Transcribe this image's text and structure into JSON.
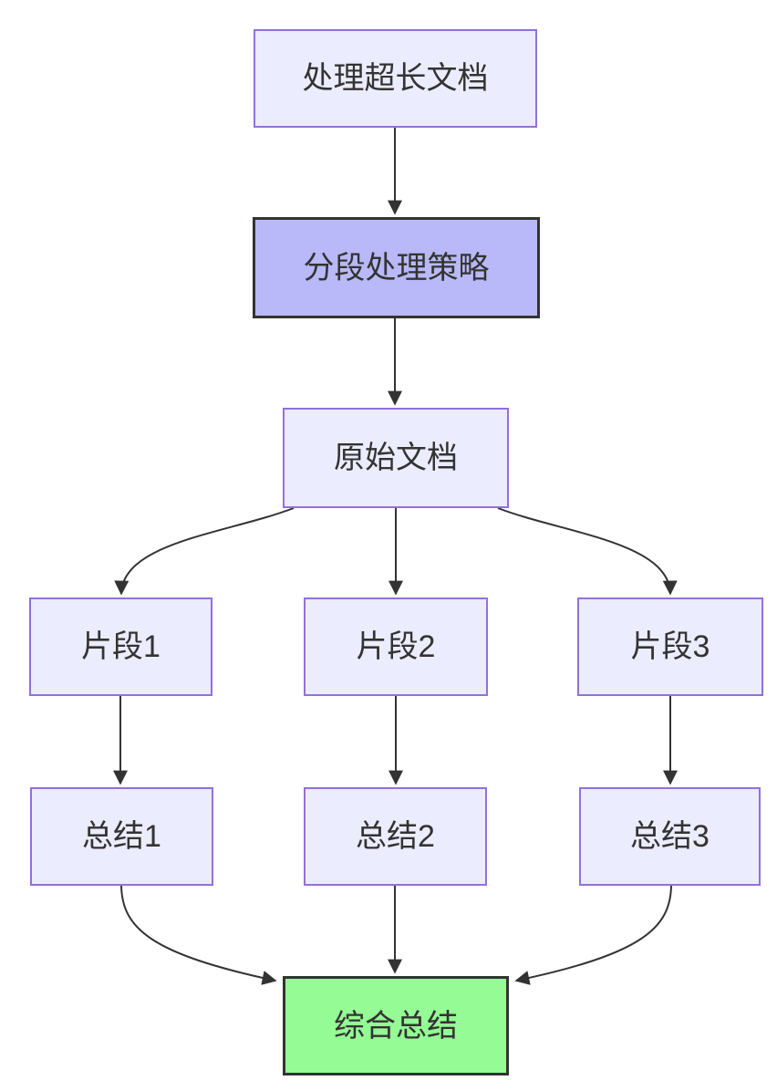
{
  "diagram": {
    "type": "flowchart",
    "direction": "top-down",
    "background_color": "#ffffff",
    "colors": {
      "default_node_fill": "#ececff",
      "default_node_border": "#9370db",
      "emphasis_node_fill": "#b9b9f9",
      "emphasis_node_border": "#333333",
      "success_node_fill": "#95fb95",
      "success_node_border": "#333333",
      "edge_color": "#333333",
      "text_color": "#333333"
    },
    "nodes": {
      "a": {
        "label": "处理超长文档",
        "style": "default"
      },
      "b": {
        "label": "分段处理策略",
        "style": "emphasis"
      },
      "c": {
        "label": "原始文档",
        "style": "default"
      },
      "d1": {
        "label": "片段1",
        "style": "default"
      },
      "d2": {
        "label": "片段2",
        "style": "default"
      },
      "d3": {
        "label": "片段3",
        "style": "default"
      },
      "e1": {
        "label": "总结1",
        "style": "default"
      },
      "e2": {
        "label": "总结2",
        "style": "default"
      },
      "e3": {
        "label": "总结3",
        "style": "default"
      },
      "f": {
        "label": "综合总结",
        "style": "success"
      }
    },
    "edges": [
      {
        "from": "处理超长文档",
        "to": "分段处理策略"
      },
      {
        "from": "分段处理策略",
        "to": "原始文档"
      },
      {
        "from": "原始文档",
        "to": "片段1"
      },
      {
        "from": "原始文档",
        "to": "片段2"
      },
      {
        "from": "原始文档",
        "to": "片段3"
      },
      {
        "from": "片段1",
        "to": "总结1"
      },
      {
        "from": "片段2",
        "to": "总结2"
      },
      {
        "from": "片段3",
        "to": "总结3"
      },
      {
        "from": "总结1",
        "to": "综合总结"
      },
      {
        "from": "总结2",
        "to": "综合总结"
      },
      {
        "from": "总结3",
        "to": "综合总结"
      }
    ]
  }
}
